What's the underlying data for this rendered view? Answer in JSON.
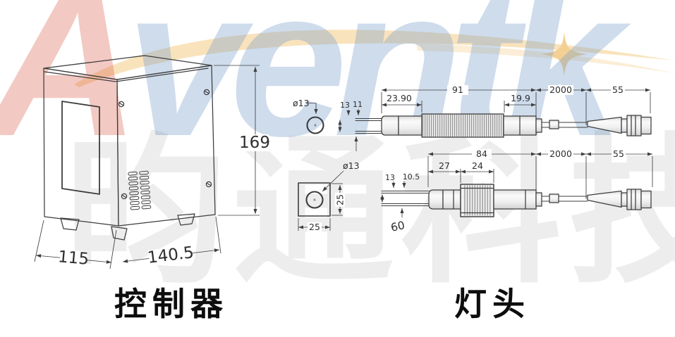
{
  "watermark": {
    "logo_first_letter": "A",
    "logo_rest": "ventk",
    "company_name": "昀通科技",
    "logo_red_color": "#db5c4a",
    "logo_blue_color": "#7da2ce",
    "swoosh_color": "#f7d9a6"
  },
  "controller": {
    "label": "控制器",
    "dims": {
      "height": "169",
      "depth": "115",
      "width": "140.5"
    }
  },
  "lamp": {
    "label": "灯头",
    "top_view": {
      "diameter": "ø13",
      "tip_length": "13",
      "tip_inner": "11",
      "front_section": "23.90",
      "body_length": "91",
      "rear_section": "19.9",
      "cable_length": "2000",
      "connector_length": "55"
    },
    "bottom_view": {
      "diameter": "ø13",
      "face_width": "25",
      "face_height": "25",
      "tip_length": "13",
      "tip_inner": "10.5",
      "front_section": "27",
      "fin_section": "24",
      "body_length": "84",
      "cable_length": "2000",
      "connector_length": "55",
      "bend_radius": "60"
    }
  }
}
